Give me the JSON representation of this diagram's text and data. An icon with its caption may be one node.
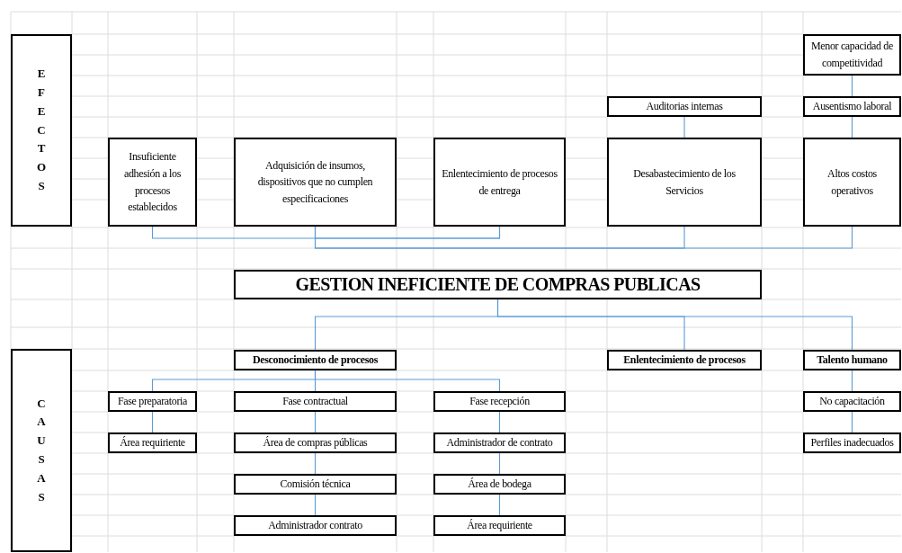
{
  "diagram": {
    "nodes": [
      {
        "text": [
          "EFECTOS"
        ]
      },
      {
        "text": [
          "Insuficiente adhesión a los procesos establecidos"
        ]
      },
      {
        "text": [
          "Adquisición de insumos, dispositivos que no cumplen especificaciones"
        ]
      },
      {
        "text": [
          "Enlentecimiento de procesos de entrega"
        ]
      },
      {
        "text": [
          "Desabastecimiento de los Servicios"
        ]
      },
      {
        "text": [
          "Altos costos operativos"
        ]
      },
      {
        "text": [
          "Auditorias internas"
        ]
      },
      {
        "text": [
          "Menor capacidad de competitividad"
        ]
      },
      {
        "text": [
          "Ausentismo laboral"
        ]
      },
      {
        "text": [
          "GESTION INEFICIENTE DE COMPRAS PUBLICAS"
        ]
      },
      {
        "text": [
          "CAUSAS"
        ]
      },
      {
        "text": [
          "Desconocimiento de procesos"
        ]
      },
      {
        "text": [
          "Enlentecimiento de procesos"
        ]
      },
      {
        "text": [
          "Talento humano"
        ]
      },
      {
        "text": [
          "Fase preparatoria"
        ]
      },
      {
        "text": [
          "Fase contractual"
        ]
      },
      {
        "text": [
          "Fase recepción"
        ]
      },
      {
        "text": [
          "Área requiriente"
        ]
      },
      {
        "text": [
          "Área de compras públicas"
        ]
      },
      {
        "text": [
          "Comisión técnica"
        ]
      },
      {
        "text": [
          "Administrador contrato"
        ]
      },
      {
        "text": [
          "Administrador de contrato"
        ]
      },
      {
        "text": [
          "Área de bodega"
        ]
      },
      {
        "text": [
          "Área requiriente"
        ]
      },
      {
        "text": [
          "No capacitación"
        ]
      },
      {
        "text": [
          "Perfiles inadecuados"
        ]
      }
    ],
    "edges": [
      {
        "from": 1,
        "to": 3,
        "arrow": "none"
      },
      {
        "from": 2,
        "to": 3,
        "arrow": "none"
      },
      {
        "from": 2,
        "to": 4,
        "arrow": "none"
      },
      {
        "from": 2,
        "to": 5,
        "arrow": "none"
      },
      {
        "from": 6,
        "to": 4,
        "arrow": "none"
      },
      {
        "from": 7,
        "to": 8,
        "arrow": "none"
      },
      {
        "from": 8,
        "to": 5,
        "arrow": "none"
      },
      {
        "from": 9,
        "to": 11,
        "arrow": "none"
      },
      {
        "from": 9,
        "to": 12,
        "arrow": "none"
      },
      {
        "from": 9,
        "to": 13,
        "arrow": "none"
      },
      {
        "from": 11,
        "to": 14,
        "arrow": "none"
      },
      {
        "from": 11,
        "to": 15,
        "arrow": "none"
      },
      {
        "from": 11,
        "to": 16,
        "arrow": "none"
      },
      {
        "from": 14,
        "to": 17,
        "arrow": "none"
      },
      {
        "from": 15,
        "to": 18,
        "arrow": "none"
      },
      {
        "from": 18,
        "to": 19,
        "arrow": "none"
      },
      {
        "from": 19,
        "to": 20,
        "arrow": "none"
      },
      {
        "from": 16,
        "to": 21,
        "arrow": "none"
      },
      {
        "from": 21,
        "to": 22,
        "arrow": "none"
      },
      {
        "from": 22,
        "to": 23,
        "arrow": "none"
      },
      {
        "from": 13,
        "to": 24,
        "arrow": "none"
      },
      {
        "from": 24,
        "to": 25,
        "arrow": "none"
      }
    ]
  }
}
